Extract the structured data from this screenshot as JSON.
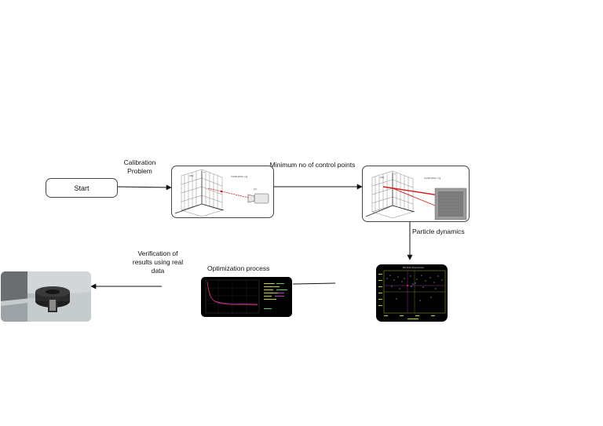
{
  "start": {
    "label": "Start"
  },
  "edges": {
    "calibration": "Calibration Problem",
    "control_points": "Minimum no of control points",
    "particle_dynamics": "Particle dynamics",
    "optimization": "Optimization process",
    "verification": "Verification of results using real data"
  },
  "panel_text": {
    "calibration_rig_a": "Calibration rig",
    "calibration_rig_b": "Calibration rig",
    "particle_chart_title": "Particle Dynamics"
  },
  "colors": {
    "arrow": "#111111",
    "laser_red": "#d21e1e",
    "plot_bg": "#000000",
    "plot_accent_yellow": "#cfcf3a",
    "plot_accent_magenta": "#c23ac2"
  }
}
